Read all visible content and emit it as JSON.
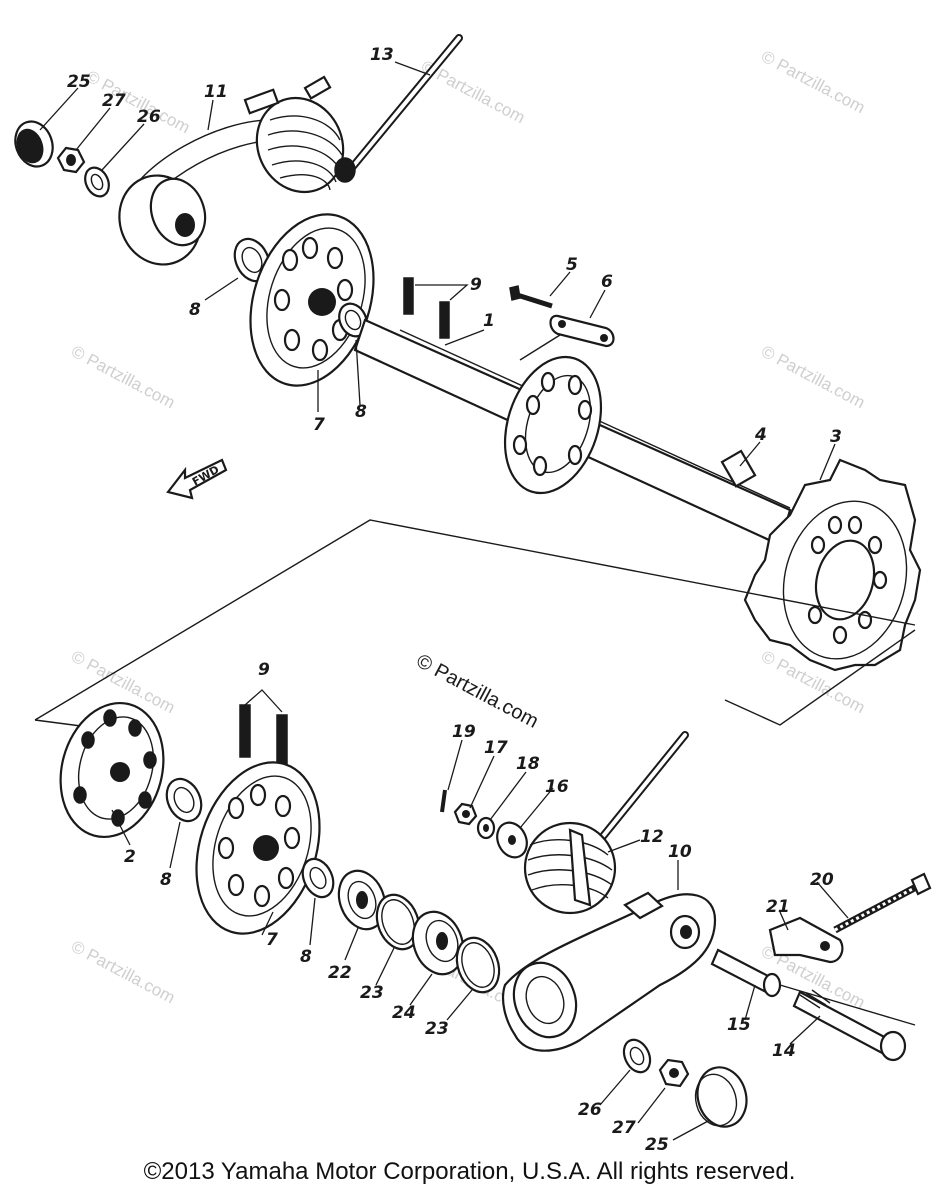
{
  "watermark": {
    "text": "© Partzilla.com",
    "center_text": "© Partzilla.com"
  },
  "direction_label": "FWD",
  "copyright": "©2013  Yamaha Motor Corporation, U.S.A. All rights reserved.",
  "callouts": {
    "c25_top": "25",
    "c27_top": "27",
    "c26_top": "26",
    "c11": "11",
    "c13": "13",
    "c8_a": "8",
    "c8_b": "8",
    "c7_top": "7",
    "c9_top": "9",
    "c1": "1",
    "c5": "5",
    "c6": "6",
    "c4": "4",
    "c3": "3",
    "c9_bot": "9",
    "c2": "2",
    "c8_c": "8",
    "c7_bot": "7",
    "c8_d": "8",
    "c19": "19",
    "c17": "17",
    "c18": "18",
    "c16": "16",
    "c12": "12",
    "c10": "10",
    "c22": "22",
    "c23_a": "23",
    "c24": "24",
    "c23_b": "23",
    "c20": "20",
    "c21": "21",
    "c15": "15",
    "c14": "14",
    "c26_bot": "26",
    "c27_bot": "27",
    "c25_bot": "25"
  }
}
